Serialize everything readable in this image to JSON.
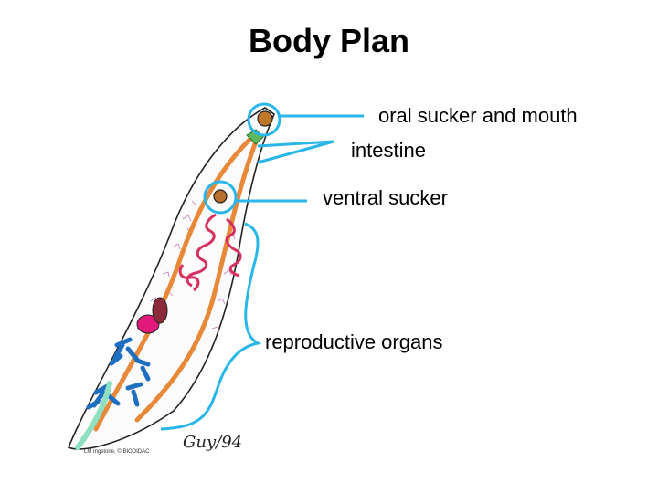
{
  "title": "Body Plan",
  "labels": {
    "oral_sucker": "oral sucker and mouth",
    "intestine": "intestine",
    "ventral_sucker": "ventral sucker",
    "reproductive": "reproductive organs"
  },
  "drawing": {
    "signature": "Guy/94",
    "credit": "LM Ingstone, © BIODIDAC"
  },
  "colors": {
    "callout": "#29b6e8",
    "intestine": "#e8893a",
    "uterus": "#d6305f",
    "testes": "#1f6fc0",
    "ovary": "#e0197a",
    "gland": "#8fe0c0",
    "outline": "#222222"
  }
}
